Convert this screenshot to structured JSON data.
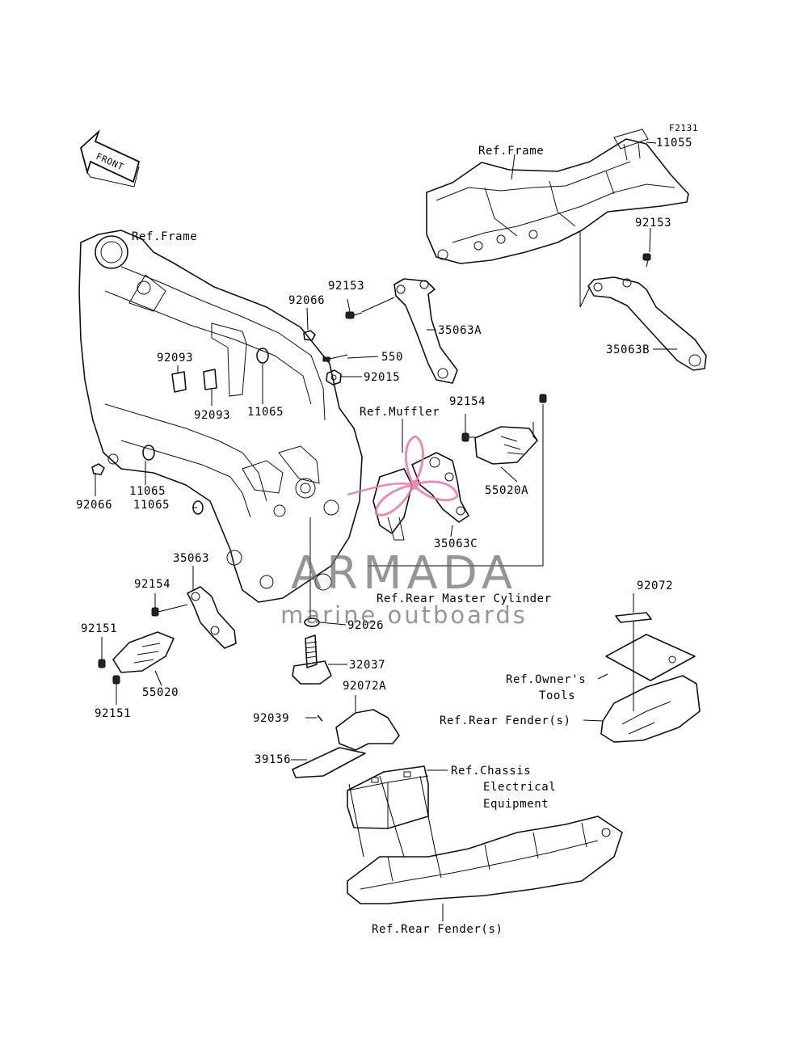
{
  "diagram": {
    "figure_id": "F2131",
    "front_label": "FRONT",
    "labels": {
      "ref_frame_top": "Ref.Frame",
      "ref_frame_left": "Ref.Frame",
      "p11055": "11055",
      "p92153_a": "92153",
      "p92153_b": "92153",
      "p35063a": "35063A",
      "p35063b": "35063B",
      "p92066_a": "92066",
      "p92066_b": "92066",
      "p550": "550",
      "p92015": "92015",
      "p92093_a": "92093",
      "p92093_b": "92093",
      "p11065_a": "11065",
      "p11065_b": "11065",
      "p11065_c": "11065",
      "ref_muffler": "Ref.Muffler",
      "p92154_a": "92154",
      "p92154_b": "92154",
      "p55020a": "55020A",
      "p35063c": "35063C",
      "p35063": "35063",
      "ref_rear_master_cylinder": "Ref.Rear Master Cylinder",
      "p92026": "92026",
      "p32037": "32037",
      "p92151_a": "92151",
      "p92151_b": "92151",
      "p55020": "55020",
      "p92072": "92072",
      "ref_owners_tools_1": "Ref.Owner's",
      "ref_owners_tools_2": "Tools",
      "ref_rear_fender_right": "Ref.Rear Fender(s)",
      "p92072a": "92072A",
      "p92039": "92039",
      "p39156": "39156",
      "ref_chassis_1": "Ref.Chassis",
      "ref_chassis_2": "Electrical",
      "ref_chassis_3": "Equipment",
      "ref_rear_fender_bottom": "Ref.Rear Fender(s)"
    }
  },
  "watermark": {
    "brand": "ARMADA",
    "tagline": "marine outboards",
    "logo_color": "#e07ab0"
  }
}
